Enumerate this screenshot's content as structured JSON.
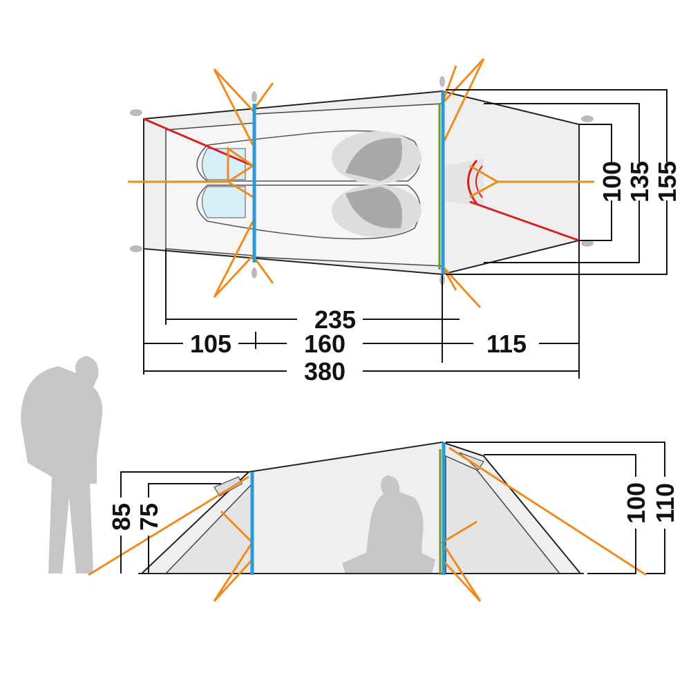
{
  "title": "Tent dimensions diagram",
  "top_view": {
    "dimensions": {
      "inner_length": "235",
      "vestibule_front": "105",
      "middle_section": "160",
      "vestibule_rear": "115",
      "total_length": "380",
      "rear_width": "100",
      "inner_width": "135",
      "total_width": "155"
    }
  },
  "side_view": {
    "dimensions": {
      "front_height_outer": "85",
      "front_height_inner": "75",
      "rear_height_inner": "100",
      "rear_height_outer": "110"
    }
  },
  "colors": {
    "pole": "#2a9ad8",
    "guyline": "#f08a1c",
    "red_pole": "#d8201e",
    "green_accent": "#6a9a2a",
    "silhouette": "#c6c6c6"
  }
}
